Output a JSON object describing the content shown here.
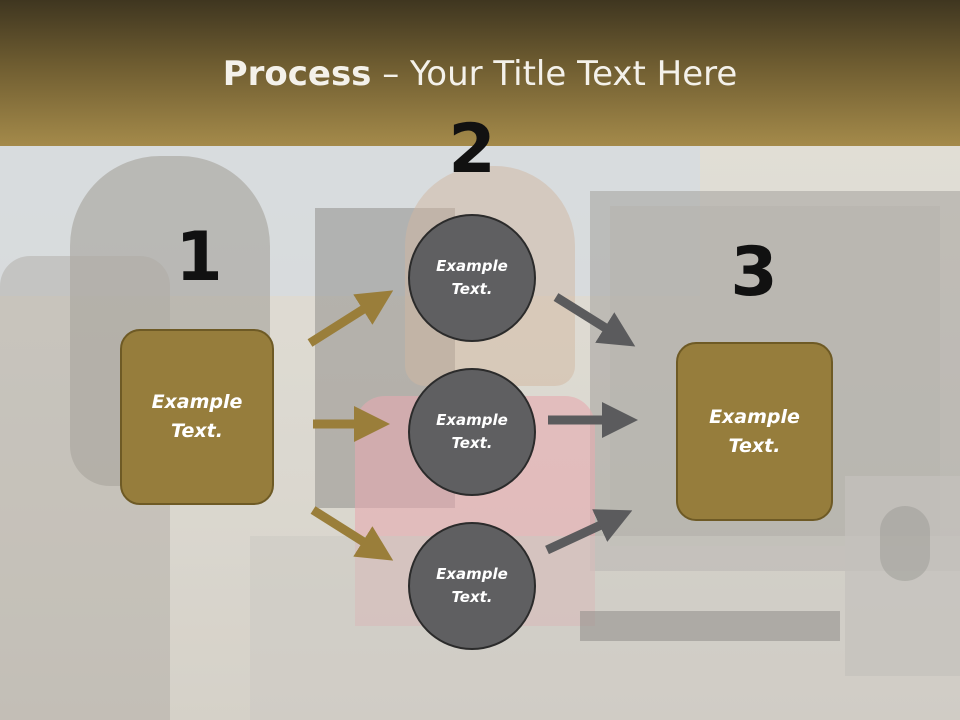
{
  "title": {
    "bold": "Process",
    "rest": " – Your Title Text Here"
  },
  "steps": {
    "one": "1",
    "two": "2",
    "three": "3"
  },
  "boxes": {
    "left": "Example Text.",
    "right": "Example Text."
  },
  "circles": {
    "top": "Example Text.",
    "middle": "Example Text.",
    "bottom": "Example Text."
  },
  "colors": {
    "gold_arrow": "#9a7e3a",
    "gray_arrow": "#5b5b5d",
    "box_fill": "#967d3c",
    "circle_fill": "#5f5f61"
  }
}
